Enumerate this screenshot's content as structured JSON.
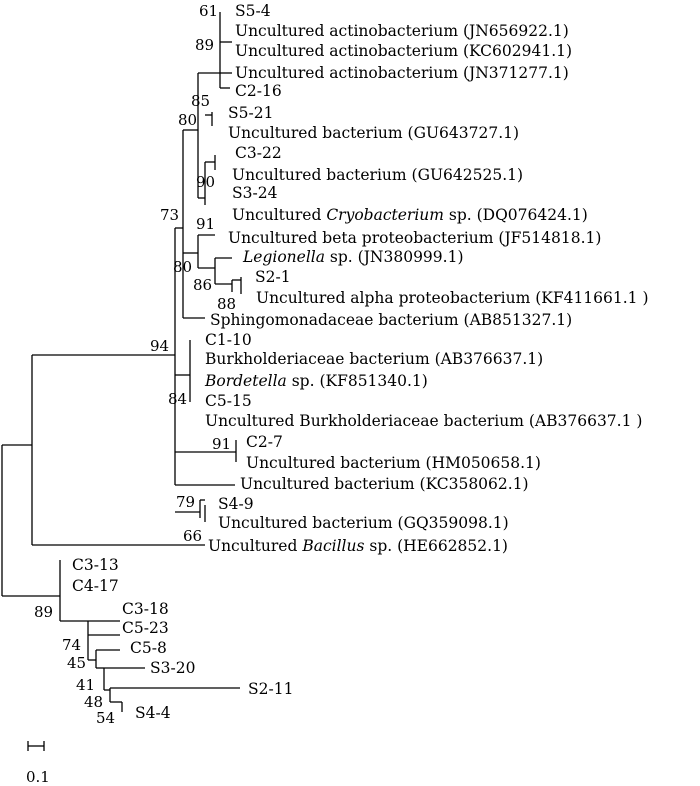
{
  "leaves": {
    "s5_4": "S5-4",
    "jn656922": "Uncultured actinobacterium (JN656922.1)",
    "kc602941": "Uncultured actinobacterium (KC602941.1)",
    "jn371277": "Uncultured actinobacterium (JN371277.1)",
    "c2_16": "C2-16",
    "s5_21": "S5-21",
    "gu643727": "Uncultured  bacterium (GU643727.1)",
    "c3_22": "C3-22",
    "gu642525": "Uncultured bacterium (GU642525.1)",
    "s3_24": "S3-24",
    "dq076424_a": "Uncultured ",
    "dq076424_genus": "Cryobacterium",
    "dq076424_b": " sp. (DQ076424.1)",
    "jf514818": "Uncultured beta proteobacterium (JF514818.1)",
    "jn380999_genus": "Legionella",
    "jn380999_b": " sp. (JN380999.1)",
    "s2_1": "S2-1",
    "kf411661": "Uncultured alpha proteobacterium (KF411661.1 )",
    "ab851327": "Sphingomonadaceae bacterium (AB851327.1)",
    "c1_10": "C1-10",
    "ab376637": "Burkholderiaceae bacterium (AB376637.1)",
    "kf851340_genus": "Bordetella",
    "kf851340_b": " sp. (KF851340.1)",
    "c5_15": "C5-15",
    "ab376637_unc": "Uncultured Burkholderiaceae bacterium (AB376637.1 )",
    "c2_7": "C2-7",
    "hm050658": "Uncultured bacterium (HM050658.1)",
    "kc358062": "Uncultured bacterium (KC358062.1)",
    "s4_9": "S4-9",
    "gq359098": "Uncultured bacterium (GQ359098.1)",
    "he662852_a": "Uncultured ",
    "he662852_genus": "Bacillus",
    "he662852_b": " sp. (HE662852.1)",
    "c3_13": "C3-13",
    "c4_17": "C4-17",
    "c3_18": "C3-18",
    "c5_23": "C5-23",
    "c5_8": "C5-8",
    "s3_20": "S3-20",
    "s2_11": "S2-11",
    "s4_4": "S4-4"
  },
  "bootstrap": {
    "b61": "61",
    "b89_top": "89",
    "b85": "85",
    "b80_top": "80",
    "b90": "90",
    "b73": "73",
    "b91_top": "91",
    "b80_mid": "80",
    "b86": "86",
    "b88": "88",
    "b94": "94",
    "b84": "84",
    "b91_c2": "91",
    "b79": "79",
    "b66": "66",
    "b89_bottom": "89",
    "b74": "74",
    "b45": "45",
    "b41": "41",
    "b48": "48",
    "b54": "54"
  },
  "scale_bar": {
    "value": 0.1,
    "label": "0.1"
  }
}
